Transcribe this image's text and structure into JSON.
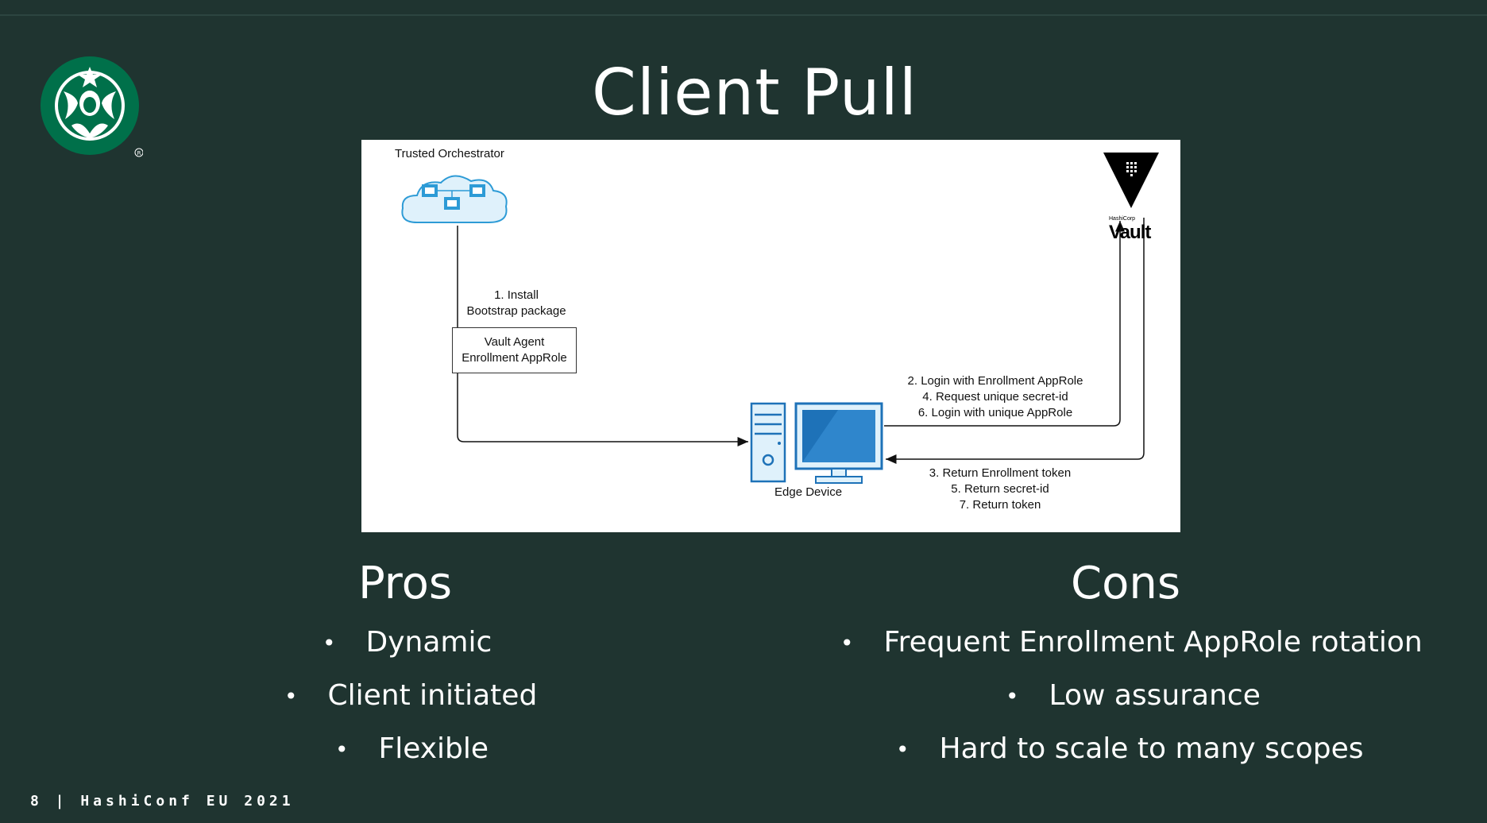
{
  "slide": {
    "title": "Client Pull",
    "footer": "8 | HashiConf EU 2021"
  },
  "diagram": {
    "orchestrator_label": "Trusted Orchestrator",
    "install_line1": "1. Install",
    "install_line2": "Bootstrap package",
    "agent_line1": "Vault Agent",
    "agent_line2": "Enrollment AppRole",
    "vault_brand_small": "HashiCorp",
    "vault_brand": "Vault",
    "edge_label": "Edge Device",
    "requests": [
      "2. Login with Enrollment AppRole",
      "4. Request unique secret-id",
      "6. Login with unique AppRole"
    ],
    "responses": [
      "3. Return Enrollment token",
      "5. Return secret-id",
      "7. Return token"
    ]
  },
  "pros": {
    "heading": "Pros",
    "items": [
      "Dynamic",
      "Client initiated",
      "Flexible"
    ]
  },
  "cons": {
    "heading": "Cons",
    "items": [
      "Frequent Enrollment AppRole rotation",
      "Low assurance",
      "Hard to scale to many scopes"
    ]
  },
  "colors": {
    "background": "#1f3430",
    "starbucks_green": "#00704a",
    "monitor_blue": "#1e72b8"
  }
}
